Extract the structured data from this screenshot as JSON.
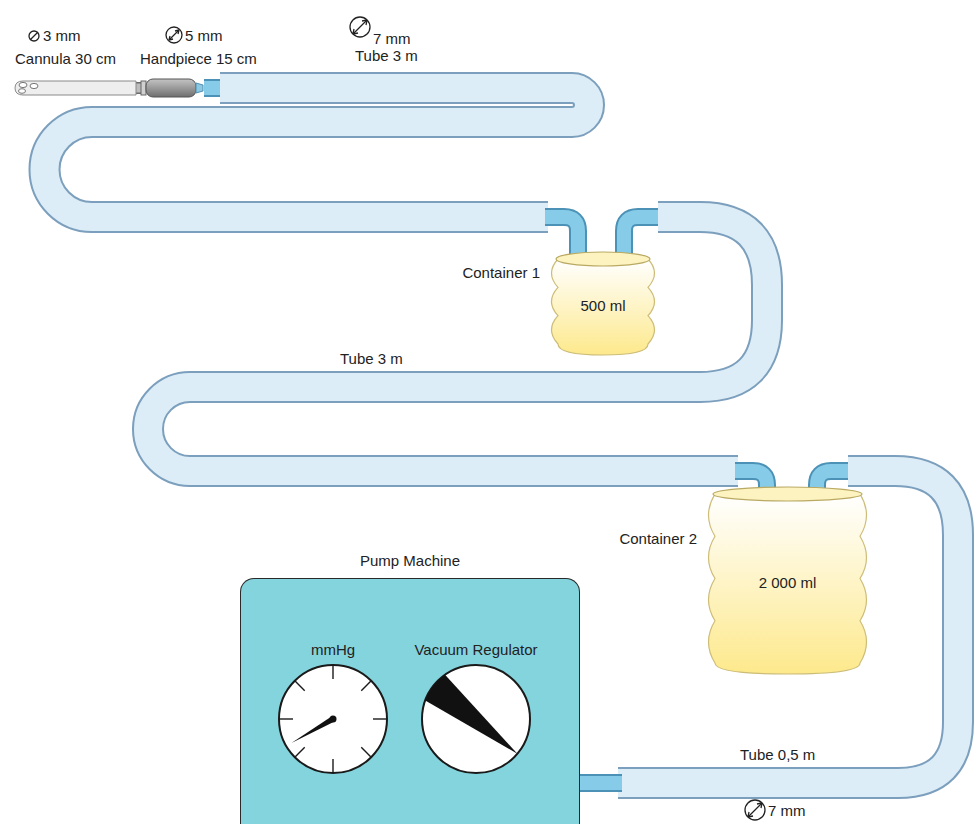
{
  "diagram": {
    "nodes": [
      {
        "text": [
          "Cannula 30 cm"
        ]
      },
      {
        "text": [
          "Handpiece 15 cm"
        ]
      },
      {
        "text": [
          "Container 1",
          "500 ml"
        ]
      },
      {
        "text": [
          "Container 2",
          "2 000 ml"
        ]
      },
      {
        "text": [
          "Pump Machine"
        ]
      },
      {
        "text": [
          "mmHg"
        ],
        "in": 4
      },
      {
        "text": [
          "Vacuum Regulator"
        ],
        "in": 4
      }
    ],
    "edges": [
      {
        "from": 0,
        "to": 1,
        "arrow": "none"
      },
      {
        "from": 1,
        "to": 2,
        "label": "Tube 3 m",
        "arrow": "none"
      },
      {
        "from": 2,
        "to": 3,
        "label": "Tube 3 m",
        "arrow": "none"
      },
      {
        "from": 3,
        "to": 4,
        "label": "Tube 0,5 m",
        "arrow": "none"
      }
    ],
    "labels": [
      "3 mm",
      "5 mm",
      "7 mm",
      "7 mm"
    ]
  }
}
